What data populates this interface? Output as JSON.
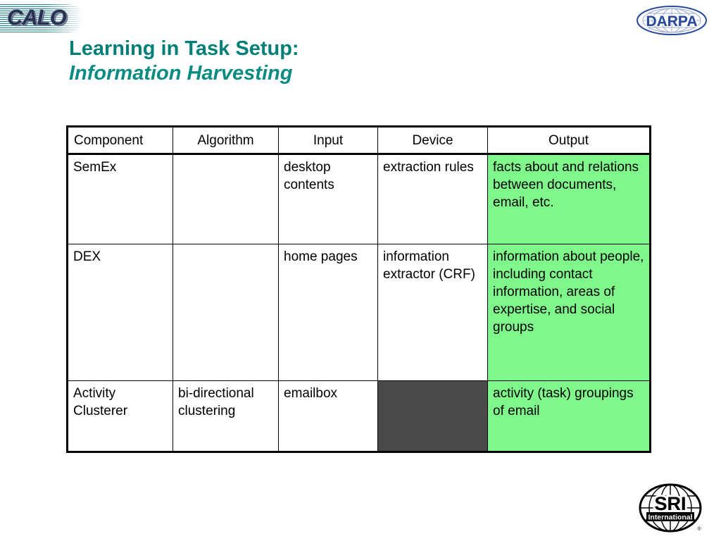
{
  "slide": {
    "title_line1": "Learning in Task Setup:",
    "title_line2": "Information Harvesting",
    "title_color": "#027f77"
  },
  "logos": {
    "calo": {
      "text": "CALO",
      "name": "calo-logo"
    },
    "darpa": {
      "text": "DARPA",
      "name": "darpa-logo"
    },
    "sri": {
      "text": "SRI",
      "subtext": "International",
      "name": "sri-logo"
    }
  },
  "colors": {
    "title_teal": "#027f77",
    "highlight_green": "#80f78a",
    "blocked_gray": "#4a4a4a",
    "border_black": "#000000",
    "calo_navy": "#26324f",
    "darpa_blue": "#2a4b9b"
  },
  "table": {
    "headers": [
      "Component",
      "Algorithm",
      "Input",
      "Device",
      "Output"
    ],
    "rows": [
      {
        "component": "SemEx",
        "algorithm": "",
        "input": "desktop contents",
        "device": "extraction rules",
        "output": "facts about and relations between documents, email, etc.",
        "device_state": "normal",
        "output_state": "highlighted"
      },
      {
        "component": "DEX",
        "algorithm": "",
        "input": "home pages",
        "device": "information extractor (CRF)",
        "output": "information about people, including contact information, areas of expertise, and social groups",
        "device_state": "normal",
        "output_state": "highlighted"
      },
      {
        "component": "Activity Clusterer",
        "algorithm": "bi-directional clustering",
        "input": "emailbox",
        "device": "",
        "output": "activity (task) groupings of email",
        "device_state": "blocked",
        "output_state": "highlighted"
      }
    ]
  }
}
